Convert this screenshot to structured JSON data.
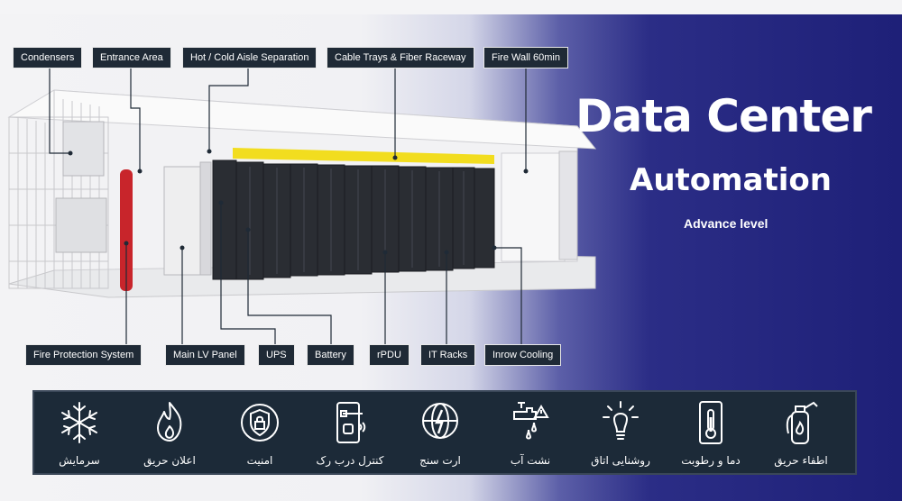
{
  "hero": {
    "title": "Data Center",
    "subtitle": "Automation",
    "level": "Advance level"
  },
  "top_labels": [
    {
      "id": "condensers",
      "text": "Condensers"
    },
    {
      "id": "entrance-area",
      "text": "Entrance Area"
    },
    {
      "id": "aisle-separation",
      "text": "Hot / Cold Aisle Separation"
    },
    {
      "id": "cable-trays",
      "text": "Cable Trays & Fiber Raceway"
    },
    {
      "id": "fire-wall",
      "text": "Fire Wall 60min"
    }
  ],
  "bottom_labels": [
    {
      "id": "fire-protection",
      "text": "Fire Protection System"
    },
    {
      "id": "main-lv-panel",
      "text": "Main LV Panel"
    },
    {
      "id": "ups",
      "text": "UPS"
    },
    {
      "id": "battery",
      "text": "Battery"
    },
    {
      "id": "rpdu",
      "text": "rPDU"
    },
    {
      "id": "it-racks",
      "text": "IT Racks"
    },
    {
      "id": "inrow-cooling",
      "text": "Inrow Cooling"
    }
  ],
  "features": [
    {
      "icon": "snowflake-icon",
      "label": "سرمایش"
    },
    {
      "icon": "fire-alarm-icon",
      "label": "اعلان حریق"
    },
    {
      "icon": "security-shield-icon",
      "label": "امنیت"
    },
    {
      "icon": "door-lock-icon",
      "label": "کنترل درب رک"
    },
    {
      "icon": "earth-tester-icon",
      "label": "ارت سنج"
    },
    {
      "icon": "water-leak-icon",
      "label": "نشت آب"
    },
    {
      "icon": "room-light-icon",
      "label": "روشنایی اتاق"
    },
    {
      "icon": "thermometer-icon",
      "label": "دما و رطوبت"
    },
    {
      "icon": "fire-extinguisher-icon",
      "label": "اطفاء حریق"
    }
  ],
  "colors": {
    "label_bg": "#1f2a36",
    "hero_bg": "#2b2d86",
    "feature_bar_bg": "#1c2a38",
    "extinguisher_red": "#c8252b",
    "tray_yellow": "#f2dd1f"
  }
}
